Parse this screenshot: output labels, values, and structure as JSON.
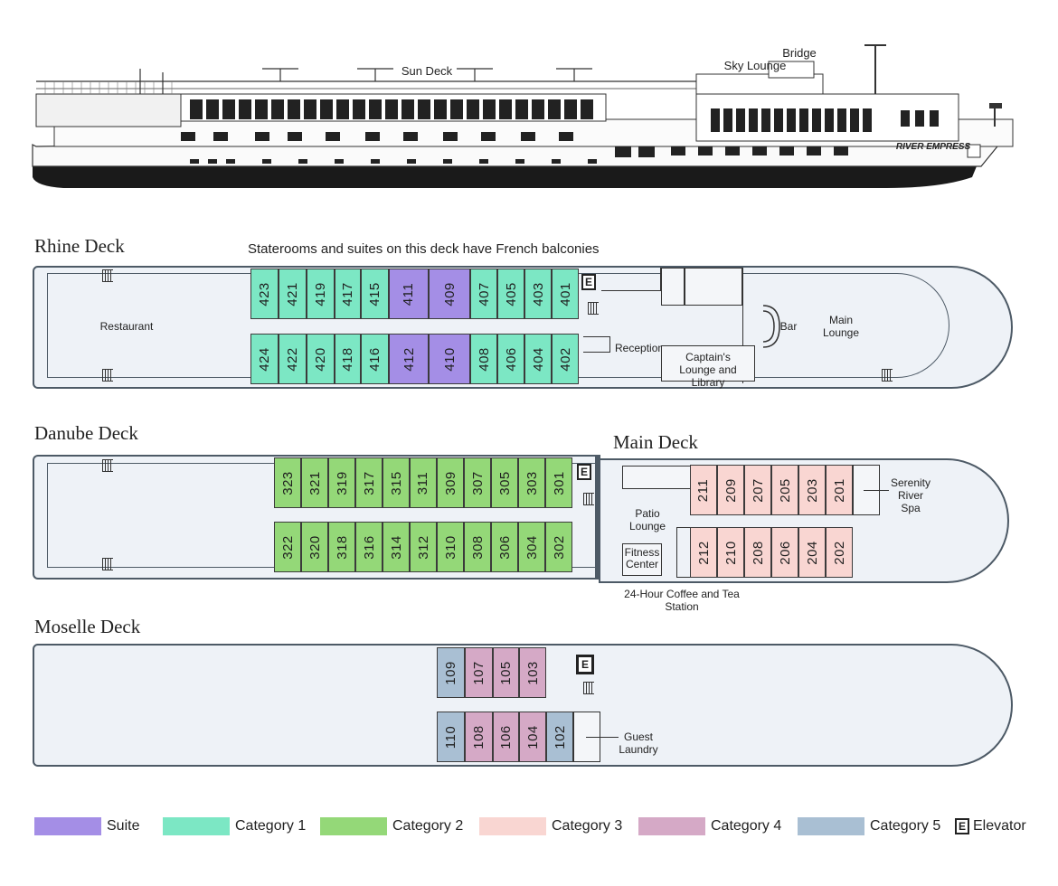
{
  "colors": {
    "suite": "#a48ee6",
    "category1": "#7ce7c4",
    "category2": "#94d878",
    "category3": "#f9d6d2",
    "category4": "#d5a9c6",
    "category5": "#a9bfd3"
  },
  "ship": {
    "sun_deck": "Sun Deck",
    "sky_lounge": "Sky Lounge",
    "bridge": "Bridge",
    "name": "RIVER EMPRESS"
  },
  "rhine": {
    "title": "Rhine Deck",
    "note": "Staterooms and suites on this deck have French balconies",
    "restaurant": "Restaurant",
    "reception": "Reception",
    "captains_lounge": "Captain's Lounge and Library",
    "bar": "Bar",
    "main_lounge": "Main Lounge",
    "top_cabins": [
      "423",
      "421",
      "419",
      "417",
      "415",
      "411",
      "409",
      "407",
      "405",
      "403",
      "401"
    ],
    "bottom_cabins": [
      "424",
      "422",
      "420",
      "418",
      "416",
      "412",
      "410",
      "408",
      "406",
      "404",
      "402"
    ]
  },
  "danube": {
    "title": "Danube Deck",
    "top_cabins": [
      "323",
      "321",
      "319",
      "317",
      "315",
      "311",
      "309",
      "307",
      "305",
      "303",
      "301"
    ],
    "bottom_cabins": [
      "322",
      "320",
      "318",
      "316",
      "314",
      "312",
      "310",
      "308",
      "306",
      "304",
      "302"
    ]
  },
  "main": {
    "title": "Main Deck",
    "patio_lounge": "Patio Lounge",
    "spa": "Serenity River Spa",
    "fitness": "Fitness Center",
    "coffee": "24-Hour Coffee and Tea Station",
    "top_cabins": [
      "211",
      "209",
      "207",
      "205",
      "203",
      "201"
    ],
    "bottom_cabins": [
      "212",
      "210",
      "208",
      "206",
      "204",
      "202"
    ]
  },
  "moselle": {
    "title": "Moselle Deck",
    "laundry": "Guest Laundry",
    "top_cabins": [
      "109",
      "107",
      "105",
      "103"
    ],
    "bottom_cabins": [
      "110",
      "108",
      "106",
      "104",
      "102"
    ]
  },
  "legend": {
    "suite": "Suite",
    "cat1": "Category 1",
    "cat2": "Category 2",
    "cat3": "Category 3",
    "cat4": "Category 4",
    "cat5": "Category 5",
    "elevator_letter": "E",
    "elevator": "Elevator"
  }
}
